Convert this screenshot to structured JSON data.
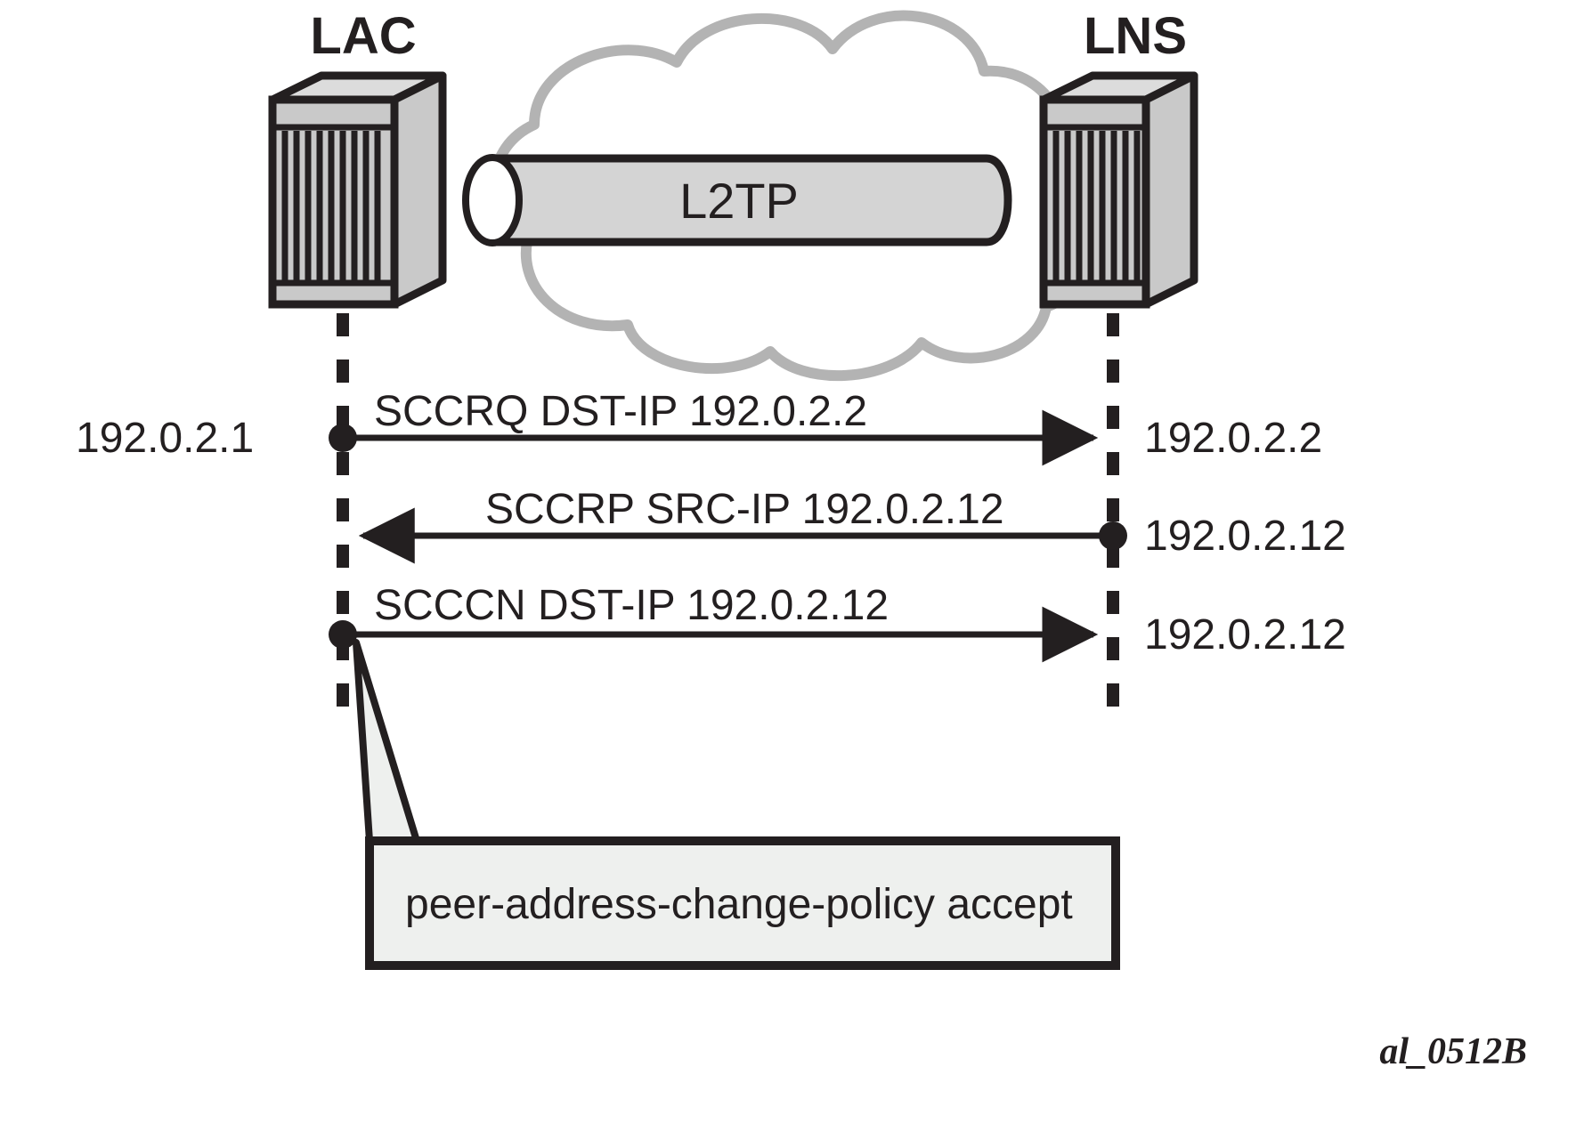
{
  "diagram": {
    "title_watermark": "al_0512B",
    "colors": {
      "line": "#231f20",
      "cloud": "#b3b3b3",
      "device_face": "#c9c9c9",
      "device_top": "#dcdcdc",
      "tunnel_fill": "#d4d4d4",
      "callout_fill": "#eef0ee",
      "background": "#ffffff"
    },
    "devices": [
      {
        "id": "lac",
        "label": "LAC",
        "icon": "router-chassis-icon"
      },
      {
        "id": "lns",
        "label": "LNS",
        "icon": "router-chassis-icon"
      }
    ],
    "cloud": {
      "icon": "network-cloud-icon"
    },
    "tunnel": {
      "label": "L2TP",
      "icon": "tunnel-cylinder-icon"
    },
    "endpoint_labels": {
      "left": [
        "192.0.2.1"
      ],
      "right": [
        "192.0.2.2",
        "192.0.2.12",
        "192.0.2.12"
      ]
    },
    "messages": [
      {
        "id": "sccrq",
        "label": "SCCRQ  DST-IP  192.0.2.2",
        "direction": "left-to-right",
        "origin_ip": "192.0.2.1",
        "target_ip": "192.0.2.2"
      },
      {
        "id": "sccrp",
        "label": "SCCRP  SRC-IP  192.0.2.12",
        "direction": "right-to-left",
        "origin_ip": "192.0.2.12",
        "target_ip": ""
      },
      {
        "id": "scccn",
        "label": "SCCCN  DST-IP  192.0.2.12",
        "direction": "left-to-right",
        "origin_ip": "",
        "target_ip": "192.0.2.12"
      }
    ],
    "callout": {
      "text": "peer-address-change-policy accept",
      "anchor_message": "scccn"
    }
  }
}
